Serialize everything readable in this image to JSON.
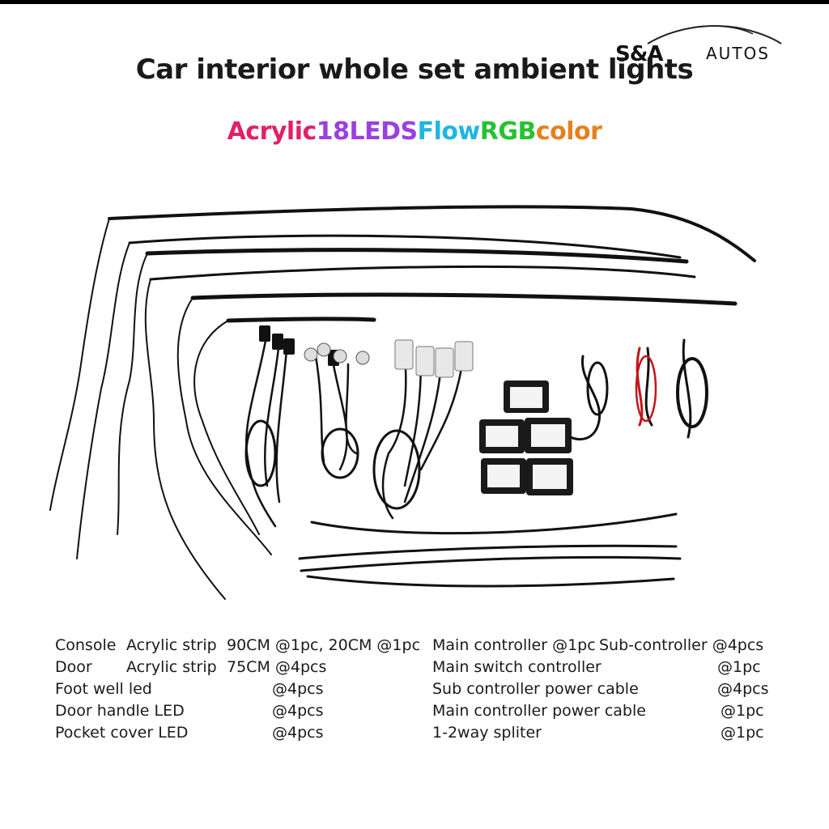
{
  "brand": {
    "name_left": "S&A",
    "name_right": "AUTOS"
  },
  "title": "Car interior whole set ambient lights",
  "subtitle": {
    "parts": [
      {
        "text": "Acrylic ",
        "color": "#e0206a"
      },
      {
        "text": "18LEDS ",
        "color": "#9b3fe0"
      },
      {
        "text": "Flow ",
        "color": "#1fb6e0"
      },
      {
        "text": "RGB ",
        "color": "#25c230"
      },
      {
        "text": "color",
        "color": "#e6801e"
      }
    ]
  },
  "specs": {
    "left": [
      {
        "a": "Console",
        "b": "Acrylic strip",
        "c": "90CM @1pc, 20CM @1pc"
      },
      {
        "a": "Door",
        "b": "Acrylic strip",
        "c": "75CM @4pcs"
      },
      {
        "a": "Foot well led",
        "b": "",
        "c": "@4pcs"
      },
      {
        "a": "Door handle LED",
        "b": "",
        "c": "@4pcs"
      },
      {
        "a": "Pocket cover LED",
        "b": "",
        "c": "@4pcs"
      }
    ],
    "right": [
      {
        "a": "Main controller @1pc",
        "b": "Sub-controller @4pcs"
      },
      {
        "a": "Main switch controller",
        "b": "@1pc"
      },
      {
        "a": "Sub controller power cable",
        "b": "@4pcs"
      },
      {
        "a": "Main controller power cable",
        "b": "@1pc"
      },
      {
        "a": "1-2way spliter",
        "b": "@1pc"
      }
    ]
  }
}
